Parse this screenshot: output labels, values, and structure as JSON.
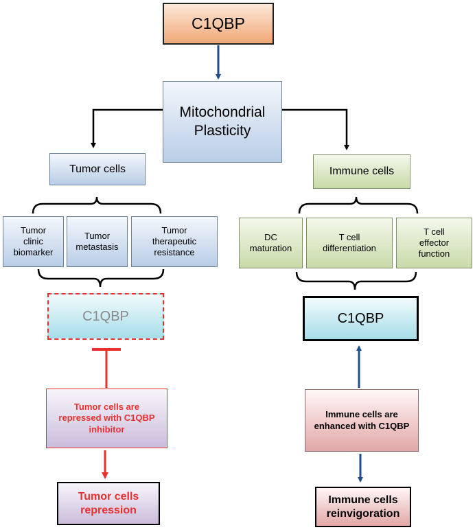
{
  "top": {
    "label": "C1QBP"
  },
  "center": {
    "label": "Mitochondrial\nPlasticity"
  },
  "left": {
    "group_label": "Tumor cells",
    "items": [
      "Tumor\nclinic\nbiomarker",
      "Tumor\nmetastasis",
      "Tumor\ntherapeutic\nresistance"
    ],
    "c1qbp_label": "C1QBP",
    "inhibitor_label": "Tumor cells are\nrepressed  with C1QBP\ninhibitor",
    "outcome_label": "Tumor cells\nrepression"
  },
  "right": {
    "group_label": "Immune cells",
    "items": [
      "DC\nmaturation",
      "T cell\ndifferentiation",
      "T cell\neffector\nfunction"
    ],
    "c1qbp_label": "C1QBP",
    "enhancer_label": "Immune cells are\nenhanced with C1QBP",
    "outcome_label": "Immune cells\nreinvigoration"
  },
  "colors": {
    "arrow_blue": "#1f4e8c",
    "arrow_black": "#000000",
    "inhibit_red": "#e8312f",
    "text_red": "#e8312f",
    "text_gray": "#8a8a8a"
  }
}
